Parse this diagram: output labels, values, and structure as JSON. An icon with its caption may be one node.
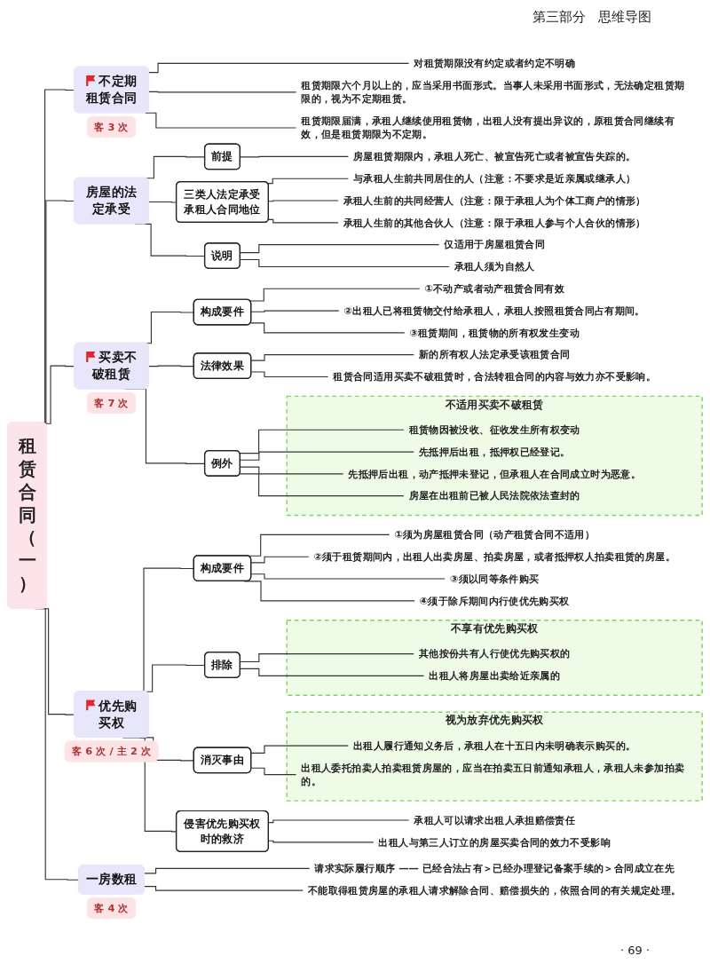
{
  "diagram": {
    "nodes": [
      {
        "text": [
          "租赁合同（一）"
        ]
      },
      {
        "text": [
          "不定期租赁合同"
        ],
        "beside": [
          "客 3 次"
        ]
      },
      {
        "text": [
          "对租赁期限没有约定或者约定不明确"
        ]
      },
      {
        "text": [
          "租赁期限六个月以上的，应当采用书面形式。当事人未采用书面形式，无法确定租赁期限的，视为不定期租赁。"
        ]
      },
      {
        "text": [
          "租赁期限届满，承租人继续使用租赁物，出租人没有提出异议的，原租赁合同继续有效，但是租赁期限为不定期。"
        ]
      },
      {
        "text": [
          "房屋的法定承受"
        ]
      },
      {
        "text": [
          "前提"
        ]
      },
      {
        "text": [
          "房屋租赁期限内，承租人死亡、被宣告死亡或者被宣告失踪的。"
        ]
      },
      {
        "text": [
          "三类人法定承受承租人合同地位"
        ]
      },
      {
        "text": [
          "与承租人生前共同居住的人（注意：不要求是近亲属或继承人）"
        ]
      },
      {
        "text": [
          "承租人生前的共同经营人（注意：限于承租人为个体工商户的情形）"
        ]
      },
      {
        "text": [
          "承租人生前的其他合伙人（注意：限于承租人参与个人合伙的情形）"
        ]
      },
      {
        "text": [
          "说明"
        ]
      },
      {
        "text": [
          "仅适用于房屋租赁合同"
        ]
      },
      {
        "text": [
          "承租人须为自然人"
        ]
      },
      {
        "text": [
          "买卖不破租赁"
        ],
        "beside": [
          "客 7 次"
        ]
      },
      {
        "text": [
          "构成要件"
        ]
      },
      {
        "text": [
          "①不动产或者动产租赁合同有效"
        ]
      },
      {
        "text": [
          "②出租人已将租赁物交付给承租人，承租人按照租赁合同占有期间。"
        ]
      },
      {
        "text": [
          "③租赁期间，租赁物的所有权发生变动"
        ]
      },
      {
        "text": [
          "法律效果"
        ]
      },
      {
        "text": [
          "新的所有权人法定承受该租赁合同"
        ]
      },
      {
        "text": [
          "租赁合同适用买卖不破租赁时，合法转租合同的内容与效力亦不受影响。"
        ]
      },
      {
        "text": [
          "例外"
        ]
      },
      {
        "text": [],
        "shape": "box",
        "beside": [
          "不适用买卖不破租赁"
        ]
      },
      {
        "text": [
          "租赁物因被没收、征收发生所有权变动"
        ],
        "in": 24
      },
      {
        "text": [
          "先抵押后出租，抵押权已经登记。"
        ],
        "in": 24
      },
      {
        "text": [
          "先抵押后出租，动产抵押未登记，但承租人在合同成立时为恶意。"
        ],
        "in": 24
      },
      {
        "text": [
          "房屋在出租前已被人民法院依法查封的"
        ],
        "in": 24
      },
      {
        "text": [
          "优先购买权"
        ],
        "beside": [
          "客 6 次 / 主 2 次"
        ]
      },
      {
        "text": [
          "构成要件"
        ]
      },
      {
        "text": [
          "①须为房屋租赁合同（动产租赁合同不适用）"
        ]
      },
      {
        "text": [
          "②须于租赁期间内，出租人出卖房屋、拍卖房屋，或者抵押权人拍卖租赁的房屋。"
        ]
      },
      {
        "text": [
          "③须以同等条件购买"
        ]
      },
      {
        "text": [
          "④须于除斥期间内行使优先购买权"
        ]
      },
      {
        "text": [
          "排除"
        ]
      },
      {
        "text": [],
        "shape": "box",
        "beside": [
          "不享有优先购买权"
        ]
      },
      {
        "text": [
          "其他按份共有人行使优先购买权的"
        ],
        "in": 36
      },
      {
        "text": [
          "出租人将房屋出卖给近亲属的"
        ],
        "in": 36
      },
      {
        "text": [
          "消灭事由"
        ]
      },
      {
        "text": [],
        "shape": "box",
        "beside": [
          "视为放弃优先购买权"
        ]
      },
      {
        "text": [
          "出租人履行通知义务后，承租人在十五日内未明确表示购买的。"
        ],
        "in": 40
      },
      {
        "text": [
          "出租人委托拍卖人拍卖租赁房屋的，应当在拍卖五日前通知承租人，承租人未参加拍卖的。"
        ],
        "in": 40
      },
      {
        "text": [
          "侵害优先购买权时的救济"
        ]
      },
      {
        "text": [
          "承租人可以请求出租人承担赔偿责任"
        ]
      },
      {
        "text": [
          "出租人与第三人订立的房屋买卖合同的效力不受影响"
        ]
      },
      {
        "text": [
          "一房数租"
        ],
        "beside": [
          "客 4 次"
        ]
      },
      {
        "text": [
          "请求实际履行顺序 —— 已经合法占有＞已经办理登记备案手续的＞合同成立在先"
        ]
      },
      {
        "text": [
          "不能取得租赁房屋的承租人请求解除合同、赔偿损失的，依照合同的有关规定处理。"
        ]
      }
    ],
    "edges": [
      {
        "from": 0,
        "to": 1,
        "arrow": "none"
      },
      {
        "from": 0,
        "to": 5,
        "arrow": "none"
      },
      {
        "from": 0,
        "to": 15,
        "arrow": "none"
      },
      {
        "from": 0,
        "to": 29,
        "arrow": "none"
      },
      {
        "from": 0,
        "to": 46,
        "arrow": "none"
      },
      {
        "from": 1,
        "to": 2,
        "arrow": "none"
      },
      {
        "from": 1,
        "to": 3,
        "arrow": "none"
      },
      {
        "from": 1,
        "to": 4,
        "arrow": "none"
      },
      {
        "from": 5,
        "to": 6,
        "arrow": "none"
      },
      {
        "from": 5,
        "to": 8,
        "arrow": "none"
      },
      {
        "from": 5,
        "to": 12,
        "arrow": "none"
      },
      {
        "from": 6,
        "to": 7,
        "arrow": "none"
      },
      {
        "from": 8,
        "to": 9,
        "arrow": "none"
      },
      {
        "from": 8,
        "to": 10,
        "arrow": "none"
      },
      {
        "from": 8,
        "to": 11,
        "arrow": "none"
      },
      {
        "from": 12,
        "to": 13,
        "arrow": "none"
      },
      {
        "from": 12,
        "to": 14,
        "arrow": "none"
      },
      {
        "from": 15,
        "to": 16,
        "arrow": "none"
      },
      {
        "from": 15,
        "to": 20,
        "arrow": "none"
      },
      {
        "from": 15,
        "to": 23,
        "arrow": "none"
      },
      {
        "from": 16,
        "to": 17,
        "arrow": "none"
      },
      {
        "from": 16,
        "to": 18,
        "arrow": "none"
      },
      {
        "from": 16,
        "to": 19,
        "arrow": "none"
      },
      {
        "from": 20,
        "to": 21,
        "arrow": "none"
      },
      {
        "from": 20,
        "to": 22,
        "arrow": "none"
      },
      {
        "from": 23,
        "to": 25,
        "arrow": "none"
      },
      {
        "from": 23,
        "to": 26,
        "arrow": "none"
      },
      {
        "from": 23,
        "to": 27,
        "arrow": "none"
      },
      {
        "from": 23,
        "to": 28,
        "arrow": "none"
      },
      {
        "from": 29,
        "to": 30,
        "arrow": "none"
      },
      {
        "from": 29,
        "to": 35,
        "arrow": "none"
      },
      {
        "from": 29,
        "to": 39,
        "arrow": "none"
      },
      {
        "from": 29,
        "to": 43,
        "arrow": "none"
      },
      {
        "from": 30,
        "to": 31,
        "arrow": "none"
      },
      {
        "from": 30,
        "to": 32,
        "arrow": "none"
      },
      {
        "from": 30,
        "to": 33,
        "arrow": "none"
      },
      {
        "from": 30,
        "to": 34,
        "arrow": "none"
      },
      {
        "from": 35,
        "to": 37,
        "arrow": "none"
      },
      {
        "from": 35,
        "to": 38,
        "arrow": "none"
      },
      {
        "from": 39,
        "to": 41,
        "arrow": "none"
      },
      {
        "from": 39,
        "to": 42,
        "arrow": "none"
      },
      {
        "from": 43,
        "to": 44,
        "arrow": "none"
      },
      {
        "from": 43,
        "to": 45,
        "arrow": "none"
      },
      {
        "from": 46,
        "to": 47,
        "arrow": "none"
      },
      {
        "from": 46,
        "to": 48,
        "arrow": "none"
      }
    ],
    "labels": [
      "第三部分",
      "思维导图",
      "· 69 ·"
    ]
  }
}
